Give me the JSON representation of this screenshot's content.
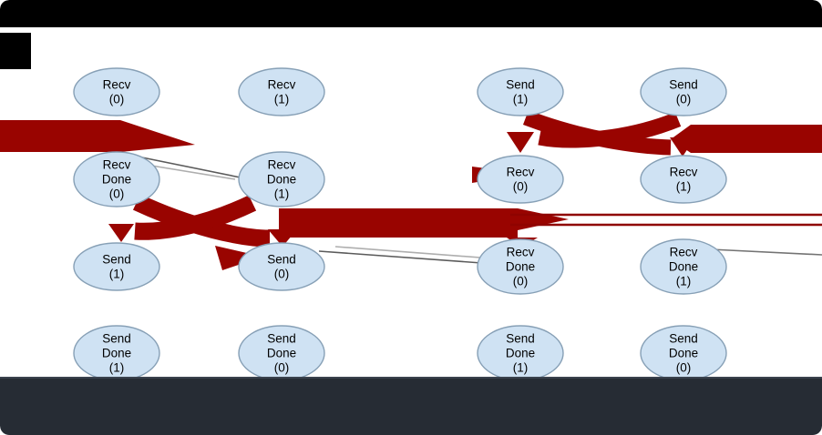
{
  "window": {
    "background": "#ffffff",
    "top_bar_color": "#000000",
    "left_block_color": "#000000",
    "bottom_bar_color": "#262c34"
  },
  "diagram": {
    "node_fill": "#cfe2f3",
    "node_border": "#87a0b6",
    "node_text_color": "#000000",
    "edge_color": "#990400",
    "columns": [
      128,
      309,
      571,
      750
    ],
    "rows": [
      101,
      197,
      293,
      388
    ],
    "nodes": [
      {
        "id": "recv-0-left",
        "col": 0,
        "row": 0,
        "lines": [
          "Recv",
          "(0)"
        ]
      },
      {
        "id": "recv-1-left",
        "col": 1,
        "row": 0,
        "lines": [
          "Recv",
          "(1)"
        ]
      },
      {
        "id": "send-1-right",
        "col": 2,
        "row": 0,
        "lines": [
          "Send",
          "(1)"
        ]
      },
      {
        "id": "send-0-right",
        "col": 3,
        "row": 0,
        "lines": [
          "Send",
          "(0)"
        ]
      },
      {
        "id": "recv-done-0-left",
        "col": 0,
        "row": 1,
        "lines": [
          "Recv",
          "Done",
          "(0)"
        ]
      },
      {
        "id": "recv-done-1-left",
        "col": 1,
        "row": 1,
        "lines": [
          "Recv",
          "Done",
          "(1)"
        ]
      },
      {
        "id": "recv-0-right",
        "col": 2,
        "row": 1,
        "lines": [
          "Recv",
          "(0)"
        ]
      },
      {
        "id": "recv-1-right",
        "col": 3,
        "row": 1,
        "lines": [
          "Recv",
          "(1)"
        ]
      },
      {
        "id": "send-1-left",
        "col": 0,
        "row": 2,
        "lines": [
          "Send",
          "(1)"
        ]
      },
      {
        "id": "send-0-left",
        "col": 1,
        "row": 2,
        "lines": [
          "Send",
          "(0)"
        ]
      },
      {
        "id": "recv-done-0-right",
        "col": 2,
        "row": 2,
        "lines": [
          "Recv",
          "Done",
          "(0)"
        ]
      },
      {
        "id": "recv-done-1-right",
        "col": 3,
        "row": 2,
        "lines": [
          "Recv",
          "Done",
          "(1)"
        ]
      },
      {
        "id": "send-done-1-left",
        "col": 0,
        "row": 3,
        "lines": [
          "Send",
          "Done",
          "(1)"
        ]
      },
      {
        "id": "send-done-0-left",
        "col": 1,
        "row": 3,
        "lines": [
          "Send",
          "Done",
          "(0)"
        ]
      },
      {
        "id": "send-done-1-right",
        "col": 2,
        "row": 3,
        "lines": [
          "Send",
          "Done",
          "(1)"
        ]
      },
      {
        "id": "send-done-0-right",
        "col": 3,
        "row": 3,
        "lines": [
          "Send",
          "Done",
          "(0)"
        ]
      }
    ],
    "edges": [
      {
        "id": "incoming-left-band",
        "from": "offscreen-left",
        "to": "Recv Done (0) left"
      },
      {
        "id": "recv-done-0-to-send-0",
        "from": "Recv Done (0) left",
        "to": "Send (0) left"
      },
      {
        "id": "recv-done-1-to-send-1",
        "from": "Recv Done (1) left",
        "to": "Send (1) left"
      },
      {
        "id": "send-0-recv-done-0-band",
        "from": "Recv Done (0) right",
        "to": "Send (0) left"
      },
      {
        "id": "send-1-to-recv-1",
        "from": "Send (1) right",
        "to": "Recv (1) right"
      },
      {
        "id": "send-0-to-recv-0",
        "from": "Send (0) right",
        "to": "Recv (0) right"
      },
      {
        "id": "incoming-right-band",
        "from": "offscreen-right",
        "to": "Recv (1) right"
      },
      {
        "id": "thin-lines-right",
        "from": "Recv Done (0) right",
        "to": "offscreen-right"
      }
    ]
  }
}
